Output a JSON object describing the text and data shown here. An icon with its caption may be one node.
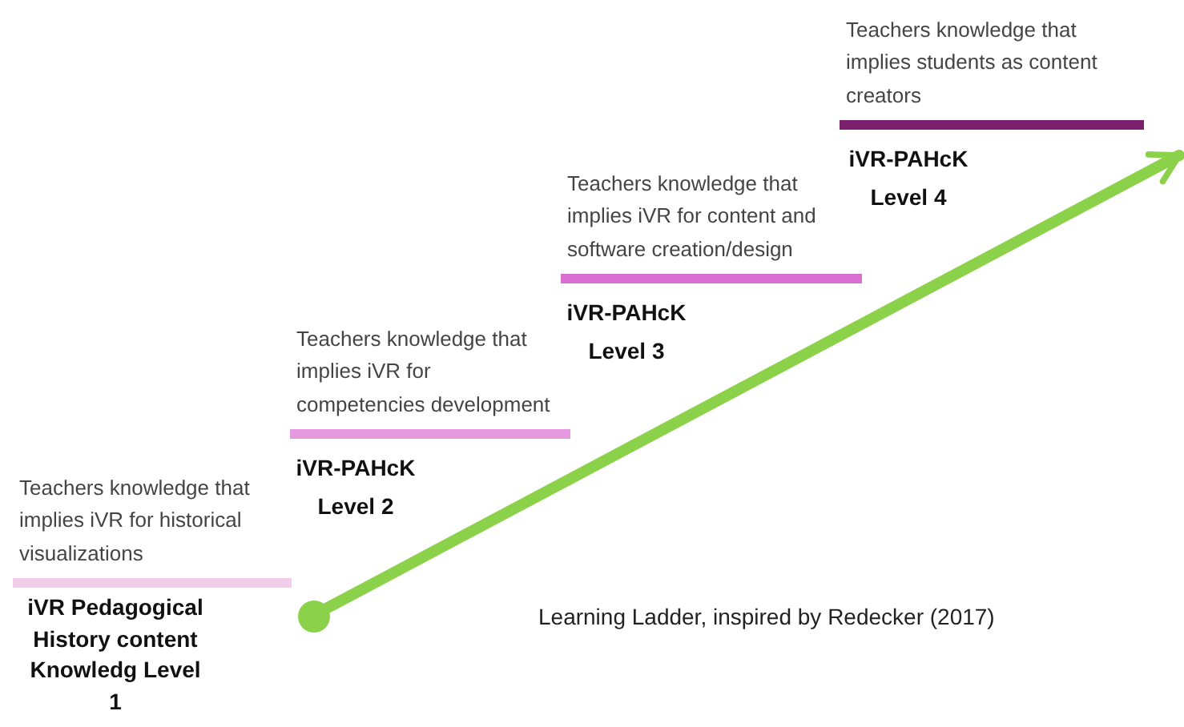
{
  "diagram": {
    "caption": "Learning Ladder, inspired by Redecker (2017)",
    "nodes": [
      {
        "text": [
          "Teachers knowledge that implies iVR for historical visualizations",
          "iVR Pedagogical History content Knowledg Level 1"
        ]
      },
      {
        "text": [
          "Teachers knowledge that implies iVR for competencies development",
          "iVR-PAHcK Level 2"
        ]
      },
      {
        "text": [
          "Teachers knowledge that implies iVR for content and software creation/design",
          "iVR-PAHcK Level 3"
        ]
      },
      {
        "text": [
          "Teachers knowledge that implies students as content creators",
          "iVR-PAHcK Level 4"
        ]
      },
      {
        "text": [],
        "shape": "circle"
      }
    ],
    "edges": [
      {
        "from": 4,
        "to": 3,
        "arrow": "to"
      }
    ]
  }
}
